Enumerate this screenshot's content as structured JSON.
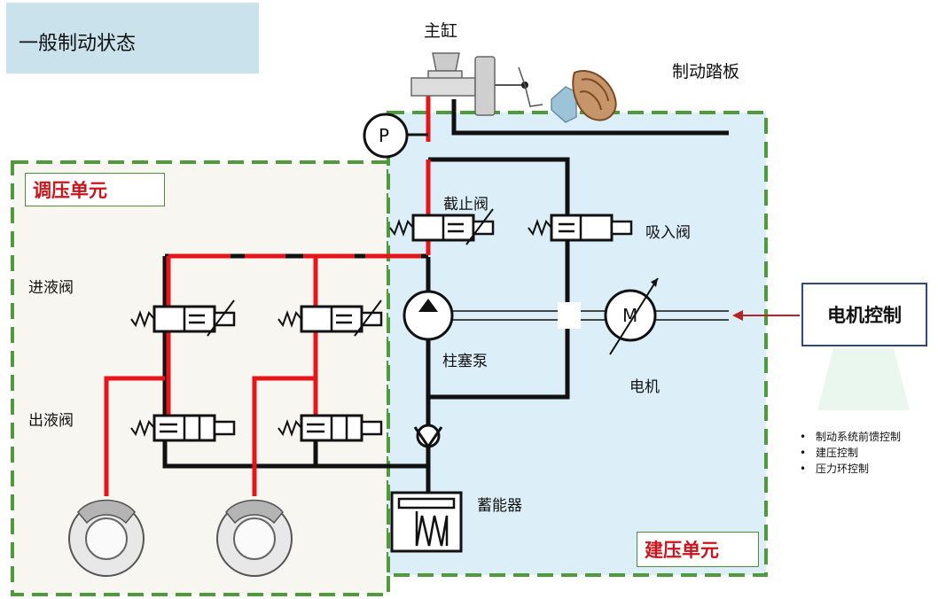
{
  "title": "一般制动状态",
  "labels": {
    "master_cylinder": "主缸",
    "brake_pedal": "制动踏板",
    "pressure_sensor": "P",
    "shutoff_valve": "截止阀",
    "suction_valve": "吸入阀",
    "inlet_valve": "进液阀",
    "outlet_valve": "出液阀",
    "plunger_pump": "柱塞泵",
    "motor": "电机",
    "motor_symbol": "M",
    "accumulator": "蓄能器"
  },
  "units": {
    "regulating": "调压单元",
    "building": "建压单元"
  },
  "motor_control": {
    "label": "电机控制",
    "functions": [
      "制动系统前馈控制",
      "建压控制",
      "压力环控制"
    ]
  },
  "colors": {
    "active_line": "#e8141a",
    "line": "#111111",
    "unit_border": "#4f9a3a",
    "unit_label": "#c8161d",
    "regulating_bg": "#f8f6f1",
    "building_bg": "#dceff8",
    "title_bg": "#c9e2ec"
  }
}
